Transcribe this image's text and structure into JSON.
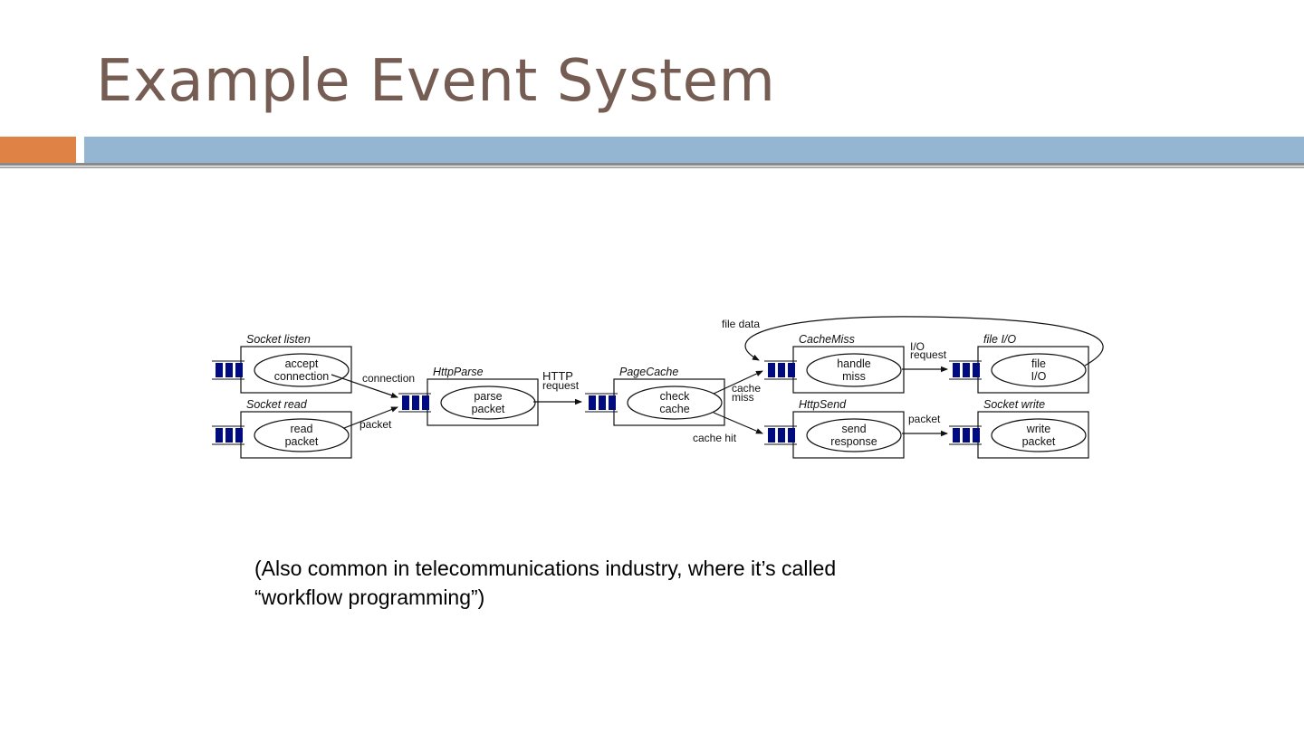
{
  "title": "Example Event System",
  "caption": {
    "line1": "(Also common in telecommunications industry, where it’s called",
    "line2": "“workflow programming”)"
  },
  "diagram": {
    "stages": {
      "socket_listen": {
        "name": "Socket listen",
        "line1": "accept",
        "line2": "connection"
      },
      "socket_read": {
        "name": "Socket read",
        "line1": "read",
        "line2": "packet"
      },
      "http_parse": {
        "name": "HttpParse",
        "line1": "parse",
        "line2": "packet"
      },
      "page_cache": {
        "name": "PageCache",
        "line1": "check",
        "line2": "cache"
      },
      "cache_miss": {
        "name": "CacheMiss",
        "line1": "handle",
        "line2": "miss"
      },
      "http_send": {
        "name": "HttpSend",
        "line1": "send",
        "line2": "response"
      },
      "file_io": {
        "name": "file I/O",
        "line1": "file",
        "line2": "I/O"
      },
      "socket_write": {
        "name": "Socket write",
        "line1": "write",
        "line2": "packet"
      }
    },
    "edges": {
      "connection": "connection",
      "packet_in": "packet",
      "http": "HTTP",
      "request": "request",
      "cache": "cache",
      "miss": "miss",
      "cache_hit": "cache hit",
      "io": "I/O",
      "io_request": "request",
      "packet_out": "packet",
      "file_data": "file data"
    },
    "queue_color": "#000b80"
  }
}
